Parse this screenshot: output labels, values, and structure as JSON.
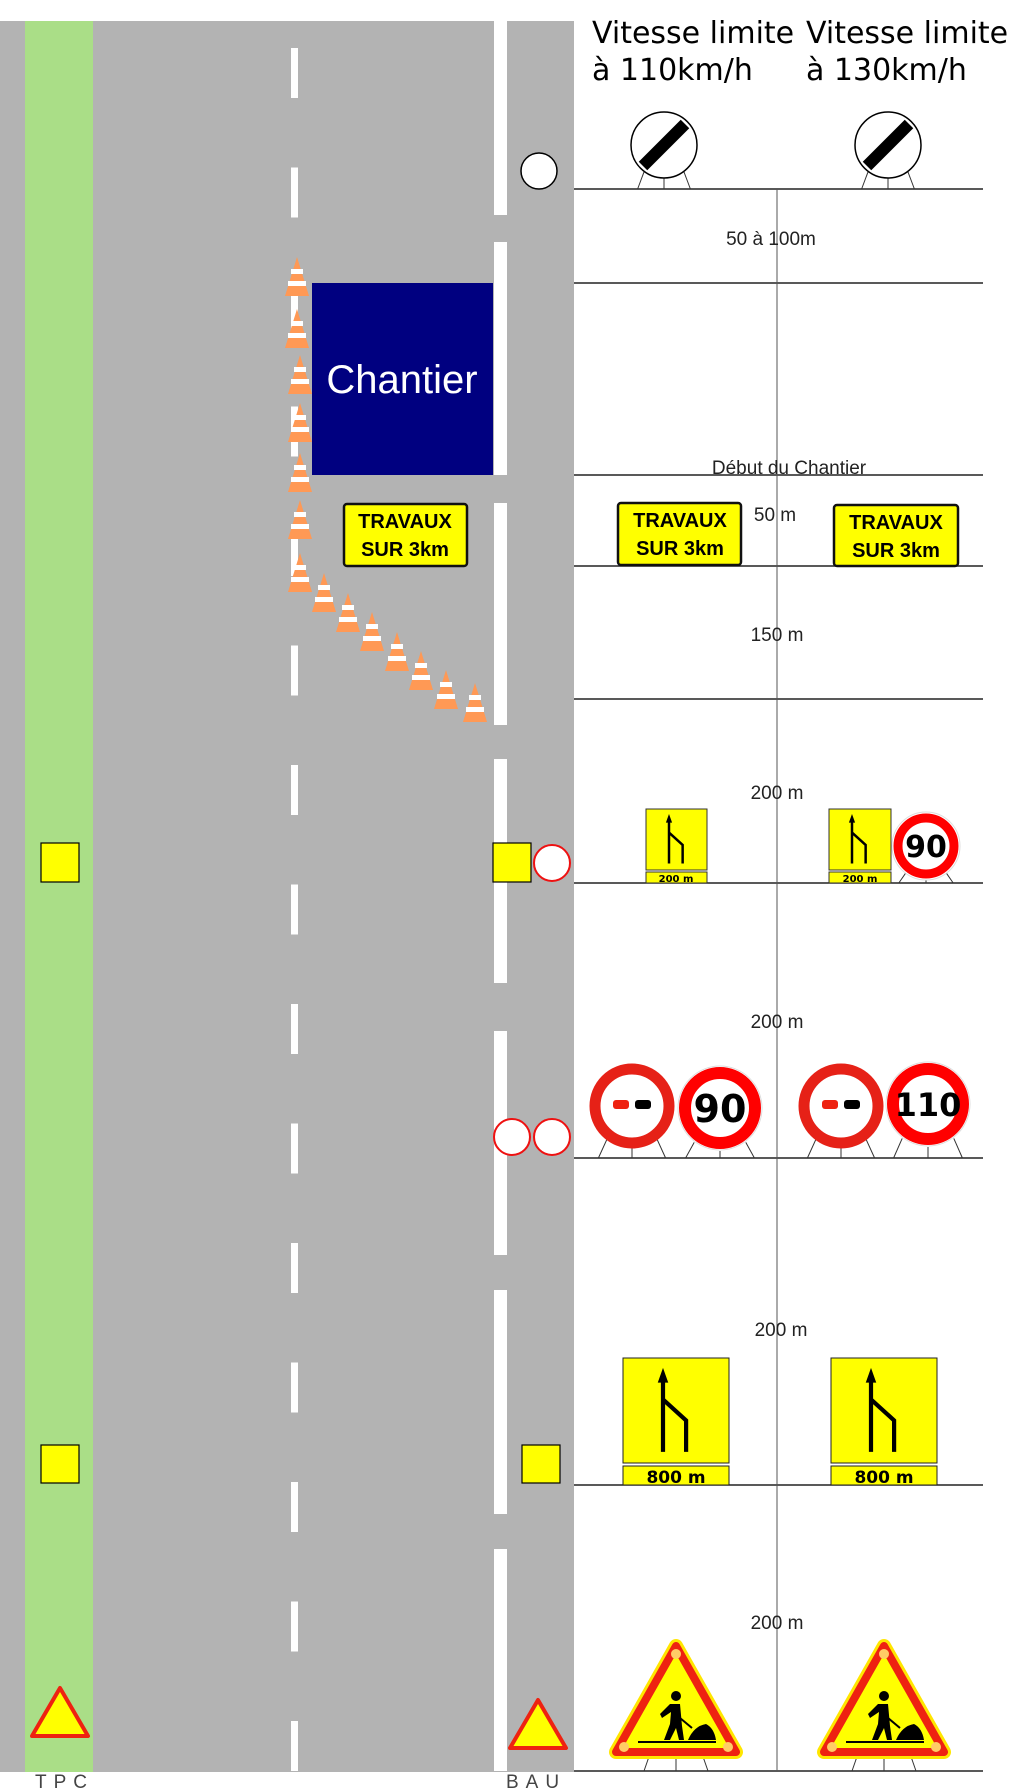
{
  "columns": {
    "col110": {
      "line1": "Vitesse limite",
      "line2": "à 110km/h"
    },
    "col130": {
      "line1": "Vitesse limite",
      "line2": "à 130km/h"
    }
  },
  "distances": {
    "d1": "50 à 100m",
    "d2": "50 m",
    "d3": "150 m",
    "d4": "200 m",
    "d5": "200 m",
    "d6": "200 m",
    "d7": "200 m"
  },
  "start_label": "Début du Chantier",
  "work_zone": "Chantier",
  "travaux_sign": {
    "line1": "TRAVAUX",
    "line2": "SUR 3km"
  },
  "lane_reduction_200": "200 m",
  "lane_reduction_800": "800 m",
  "speed_signs": {
    "s90": "90",
    "s110": "110"
  },
  "road_labels": {
    "tpc": "TPC",
    "bau": "BAU"
  },
  "colors": {
    "road": "#b3b3b3",
    "median": "#aade87",
    "sign_yellow": "#ffff00",
    "sign_red": "#ff0000",
    "work_zone": "#000080",
    "cone": "#ff9955"
  }
}
